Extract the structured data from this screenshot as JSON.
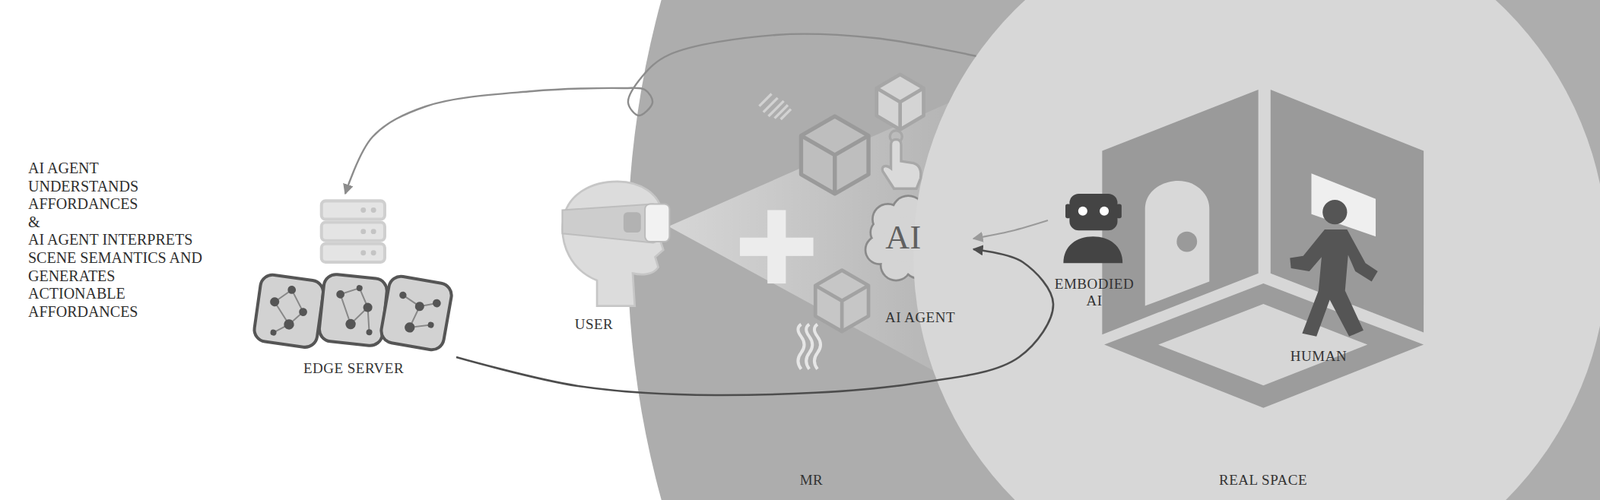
{
  "diagram": {
    "nodes": [
      {
        "text": [
          "EDGE SERVER"
        ]
      },
      {
        "text": [
          "USER"
        ]
      },
      {
        "text": [
          "MR"
        ]
      },
      {
        "text": [
          "AI",
          "AI AGENT"
        ],
        "in": 2
      },
      {
        "text": [
          "REAL SPACE"
        ],
        "in": 2
      },
      {
        "text": [
          "EMBODIED AI"
        ],
        "in": 4
      },
      {
        "text": [
          "HUMAN"
        ],
        "in": 4
      }
    ],
    "edges": [
      {
        "from": 0,
        "to": 3,
        "arrow": "to"
      },
      {
        "from": 5,
        "to": 3,
        "arrow": "to"
      },
      {
        "from": 4,
        "to": 0,
        "arrow": "to"
      }
    ],
    "labels": [
      "AI AGENT UNDERSTANDS AFFORDANCES",
      "&",
      "AI AGENT INTERPRETS SCENE SEMANTICS AND GENERATES ACTIONABLE AFFORDANCES"
    ]
  }
}
